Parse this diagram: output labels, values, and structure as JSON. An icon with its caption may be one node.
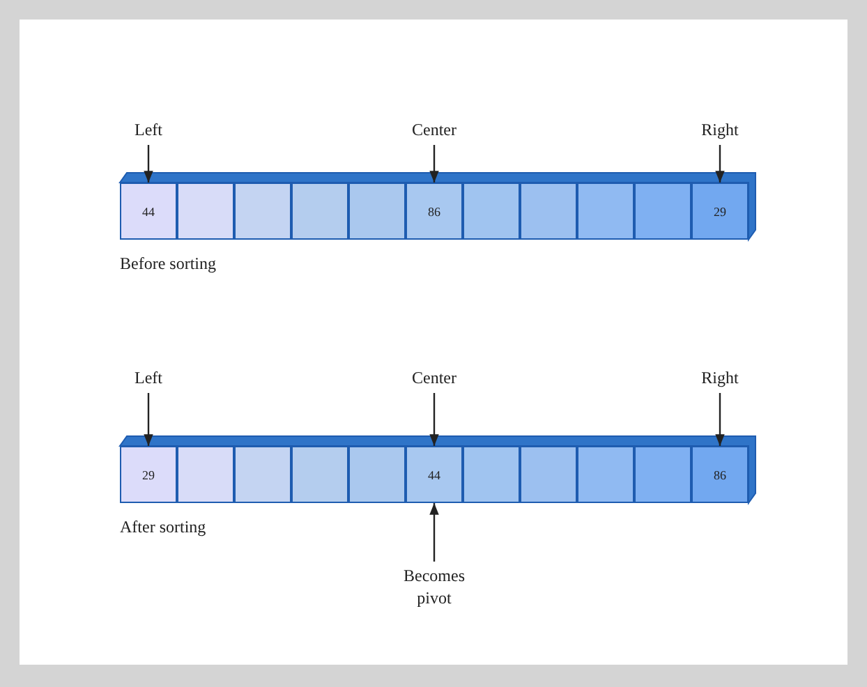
{
  "diagram": {
    "nodes": [
      {
        "text": [
          "Left"
        ]
      },
      {
        "text": [
          "Center"
        ]
      },
      {
        "text": [
          "Right"
        ]
      },
      {
        "text": [
          "44"
        ]
      },
      {
        "text": [],
        "shape": "box"
      },
      {
        "text": [],
        "shape": "box"
      },
      {
        "text": [],
        "shape": "box"
      },
      {
        "text": [],
        "shape": "box"
      },
      {
        "text": [
          "86"
        ]
      },
      {
        "text": [],
        "shape": "box"
      },
      {
        "text": [],
        "shape": "box"
      },
      {
        "text": [],
        "shape": "box"
      },
      {
        "text": [],
        "shape": "box"
      },
      {
        "text": [
          "29"
        ]
      },
      {
        "text": [
          "Left"
        ]
      },
      {
        "text": [
          "Center"
        ]
      },
      {
        "text": [
          "Right"
        ]
      },
      {
        "text": [
          "29"
        ]
      },
      {
        "text": [],
        "shape": "box"
      },
      {
        "text": [],
        "shape": "box"
      },
      {
        "text": [],
        "shape": "box"
      },
      {
        "text": [],
        "shape": "box"
      },
      {
        "text": [
          "44"
        ]
      },
      {
        "text": [],
        "shape": "box"
      },
      {
        "text": [],
        "shape": "box"
      },
      {
        "text": [],
        "shape": "box"
      },
      {
        "text": [],
        "shape": "box"
      },
      {
        "text": [
          "86"
        ]
      },
      {
        "text": [
          "Becomes pivot"
        ]
      }
    ],
    "edges": [
      {
        "from": 0,
        "to": 3,
        "arrow": "to"
      },
      {
        "from": 1,
        "to": 8,
        "arrow": "to"
      },
      {
        "from": 2,
        "to": 13,
        "arrow": "to"
      },
      {
        "from": 14,
        "to": 17,
        "arrow": "to"
      },
      {
        "from": 15,
        "to": 22,
        "arrow": "to"
      },
      {
        "from": 16,
        "to": 27,
        "arrow": "to"
      },
      {
        "from": 28,
        "to": 22,
        "arrow": "to"
      }
    ],
    "labels": [
      "Before sorting",
      "After sorting"
    ]
  }
}
